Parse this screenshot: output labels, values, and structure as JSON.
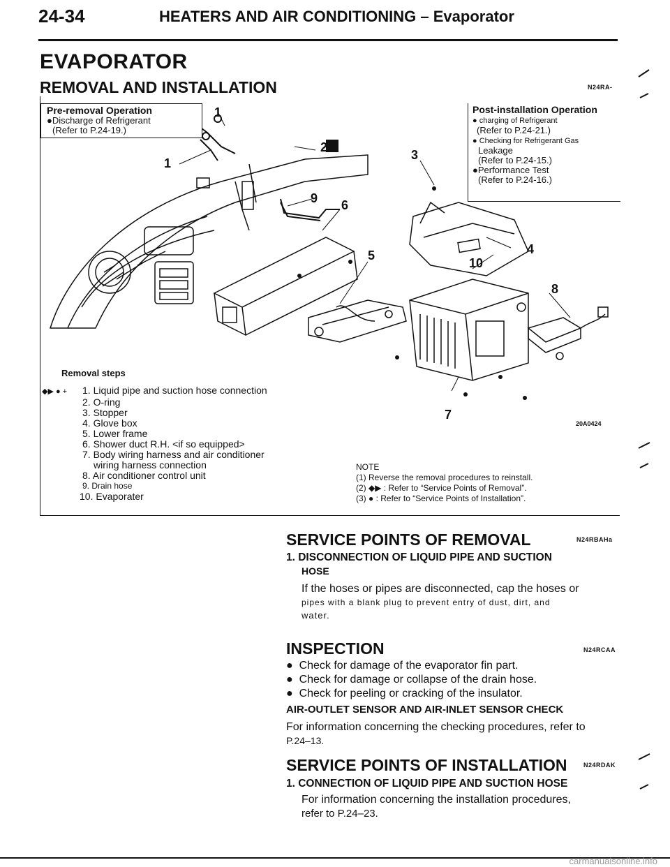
{
  "header": {
    "page_number": "24-34",
    "title": "HEATERS AND AIR CONDITIONING – Evaporator"
  },
  "section_title": "EVAPORATOR",
  "subsection_title": "REMOVAL AND INSTALLATION",
  "subsection_code": "N24RA-",
  "pre_removal": {
    "heading": "Pre-removal Operation",
    "line1": "●Discharge of Refrigerant",
    "line2": "(Refer to P.24-19.)"
  },
  "post_installation": {
    "heading": "Post-installation Operation",
    "line1": "●  charging of Refrigerant",
    "line2": "(Refer to P.24-21.)",
    "line3": "●  Checking for Refrigerant Gas",
    "line4": "Leakage",
    "line5": "(Refer to P.24-15.)",
    "line6": "●Performance Test",
    "line7": "(Refer to P.24-16.)"
  },
  "diagram": {
    "callouts": [
      "1",
      "1",
      "2",
      "3",
      "4",
      "5",
      "6",
      "7",
      "8",
      "9",
      "10"
    ],
    "figure_code": "20A0424"
  },
  "removal_steps": {
    "heading": "Removal steps",
    "prefix": "◆▶ ● +",
    "items": [
      "1. Liquid pipe and suction hose connection",
      "2. O-ring",
      "3. Stopper",
      "4. Glove box",
      "5. Lower frame",
      "6. Shower duct R.H. <if so equipped>",
      "7. Body wiring harness and air conditioner",
      "wiring harness connection",
      "8. Air conditioner control unit",
      "9. Drain hose",
      "10. Evaporater"
    ]
  },
  "note": {
    "heading": "NOTE",
    "lines": [
      "(1) Reverse the removal procedures to reinstall.",
      "(2) ◆▶ : Refer to “Service Points of Removal”.",
      "(3) ●   : Refer to “Service Points of Installation”."
    ]
  },
  "service_removal": {
    "title": "SERVICE POINTS OF REMOVAL",
    "code": "N24RBAHa",
    "item_title": "1. DISCONNECTION OF LIQUID PIPE AND SUCTION",
    "item_title2": "HOSE",
    "text1": "If the hoses or pipes are disconnected, cap the hoses or",
    "text2": "pipes with a blank plug to prevent entry of dust, dirt, and",
    "text3": "water."
  },
  "inspection": {
    "title": "INSPECTION",
    "code": "N24RCAA",
    "bullets": [
      "Check for damage of the evaporator fin part.",
      "Check for damage or collapse of the drain hose.",
      "Check for peeling or cracking of the insulator."
    ],
    "sensor_title": "AIR-OUTLET SENSOR AND AIR-INLET SENSOR CHECK",
    "sensor_text1": "For information concerning the checking procedures, refer to",
    "sensor_text2": "P.24–13."
  },
  "service_installation": {
    "title": "SERVICE POINTS OF INSTALLATION",
    "code": "N24RDAK",
    "item_title": "1. CONNECTION OF LIQUID PIPE AND SUCTION HOSE",
    "text1": "For information concerning the installation procedures,",
    "text2": "refer to P.24–23."
  },
  "watermark": "carmanualsonline.info"
}
